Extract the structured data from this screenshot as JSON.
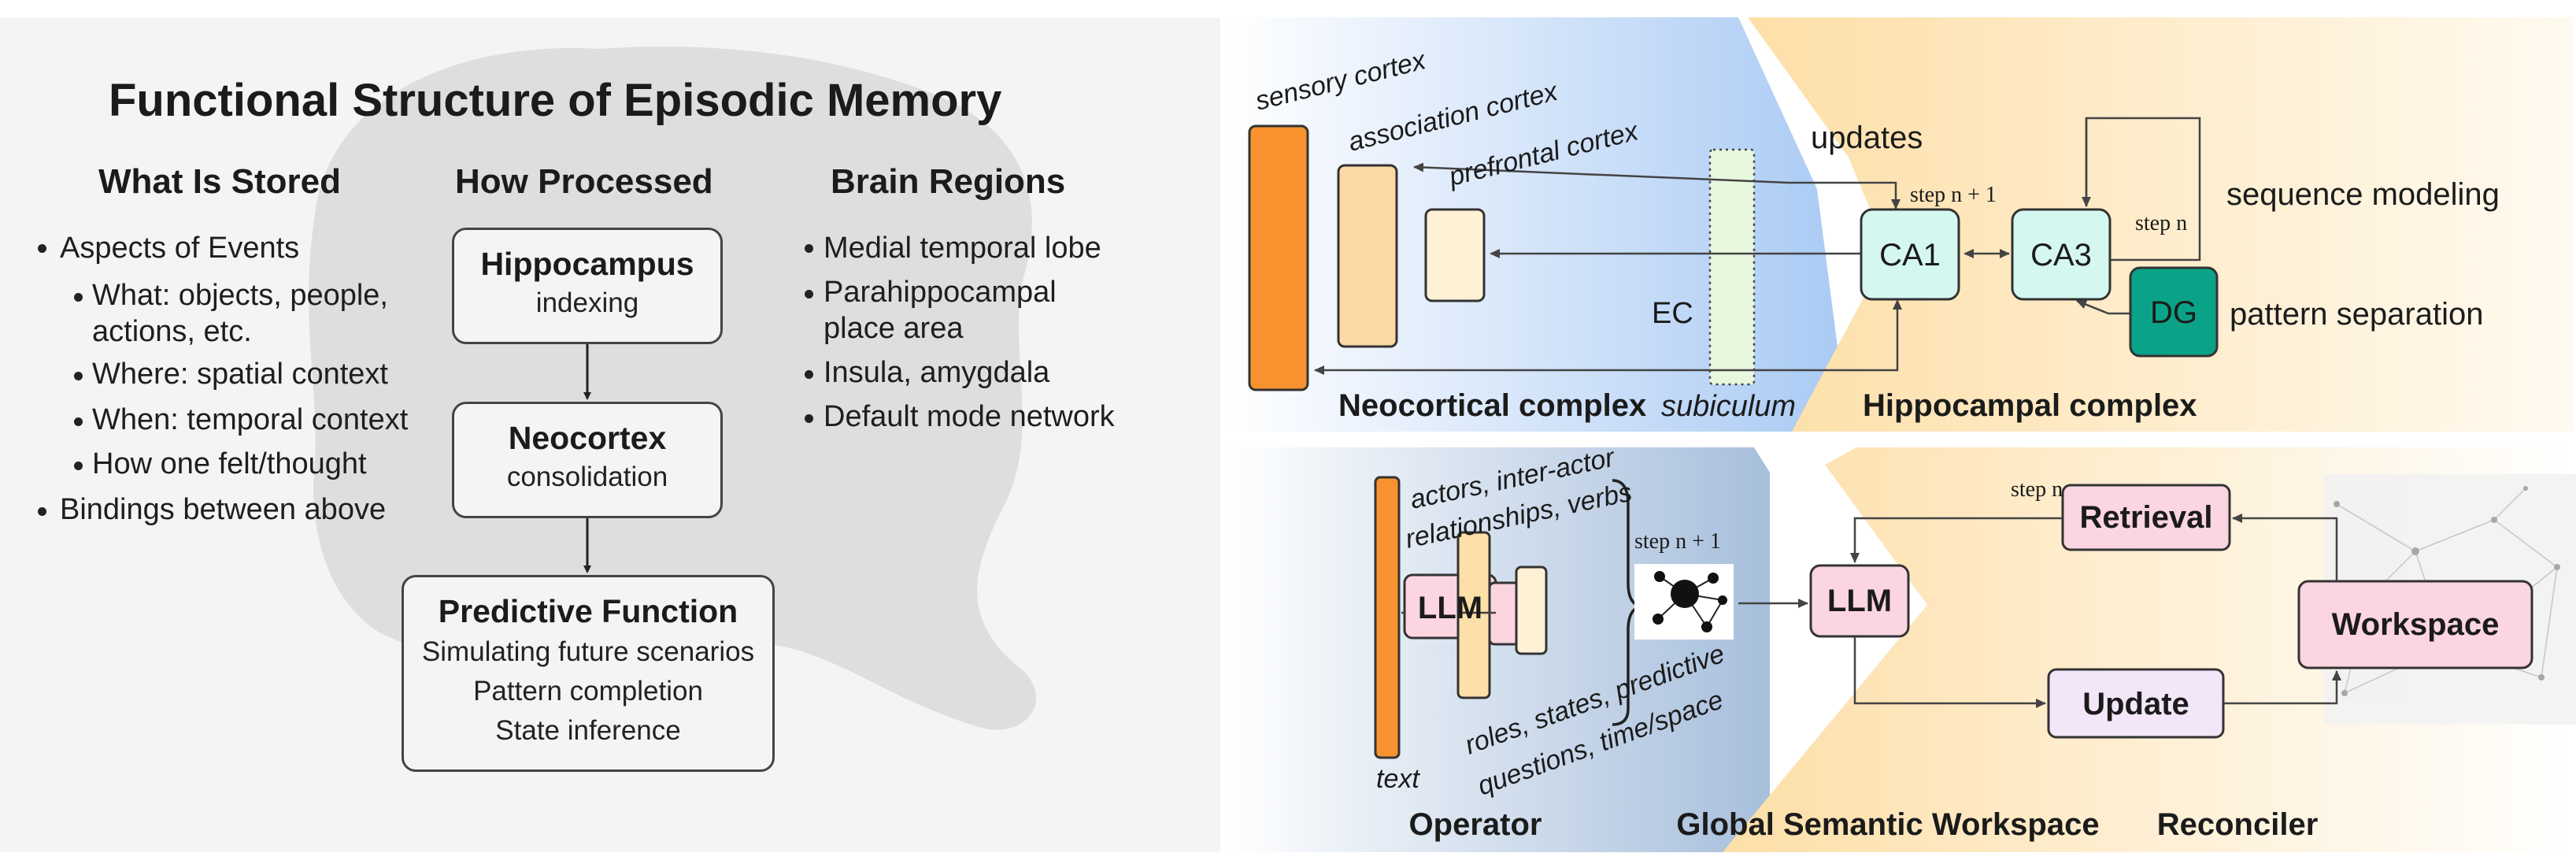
{
  "left": {
    "title": "Functional Structure of Episodic Memory",
    "stored": {
      "heading": "What Is Stored",
      "item1": "Aspects of Events",
      "sub1a": "What: objects, people,",
      "sub1b": "actions, etc.",
      "sub2": "Where: spatial context",
      "sub3": "When: temporal context",
      "sub4": "How one felt/thought",
      "item2": "Bindings between above"
    },
    "processed": {
      "heading": "How Processed",
      "hippocampus_title": "Hippocampus",
      "hippocampus_sub": "indexing",
      "neocortex_title": "Neocortex",
      "neocortex_sub": "consolidation",
      "predictive_title": "Predictive Function",
      "predictive_l1": "Simulating future scenarios",
      "predictive_l2": "Pattern completion",
      "predictive_l3": "State inference"
    },
    "regions": {
      "heading": "Brain Regions",
      "r1": "Medial temporal lobe",
      "r2a": "Parahippocampal",
      "r2b": "place area",
      "r3": "Insula, amygdala",
      "r4": "Default mode network"
    }
  },
  "top": {
    "sensory": "sensory cortex",
    "association": "association cortex",
    "prefrontal": "prefrontal cortex",
    "updates": "updates",
    "step_n1": "step n + 1",
    "step_n": "step n",
    "sequence": "sequence modeling",
    "ca1": "CA1",
    "ca3": "CA3",
    "dg": "DG",
    "pattern_sep": "pattern separation",
    "ec": "EC",
    "subiculum": "subiculum",
    "neocortical": "Neocortical complex",
    "hippocampal": "Hippocampal complex"
  },
  "bottom": {
    "actors_l1": "actors, inter-actor",
    "actors_l2": "relationships, verbs",
    "llm": "LLM",
    "roles_l1": "roles, states, predictive",
    "roles_l2": "questions, time/space",
    "text": "text",
    "step_n1": "step n + 1",
    "llm2": "LLM",
    "step_n": "step n",
    "retrieval": "Retrieval",
    "workspace": "Workspace",
    "update": "Update",
    "operator": "Operator",
    "global": "Global Semantic Workspace",
    "reconciler": "Reconciler"
  },
  "colors": {
    "orange_bar": "#f7922f",
    "teal_box": "#d4f7ef",
    "dg_green": "#0aa387",
    "pink_box": "#fbd5e0",
    "lavender_box": "#f4e6f9",
    "blue_region": "#b8d4f6",
    "yellow_region": "#fde3b4"
  }
}
